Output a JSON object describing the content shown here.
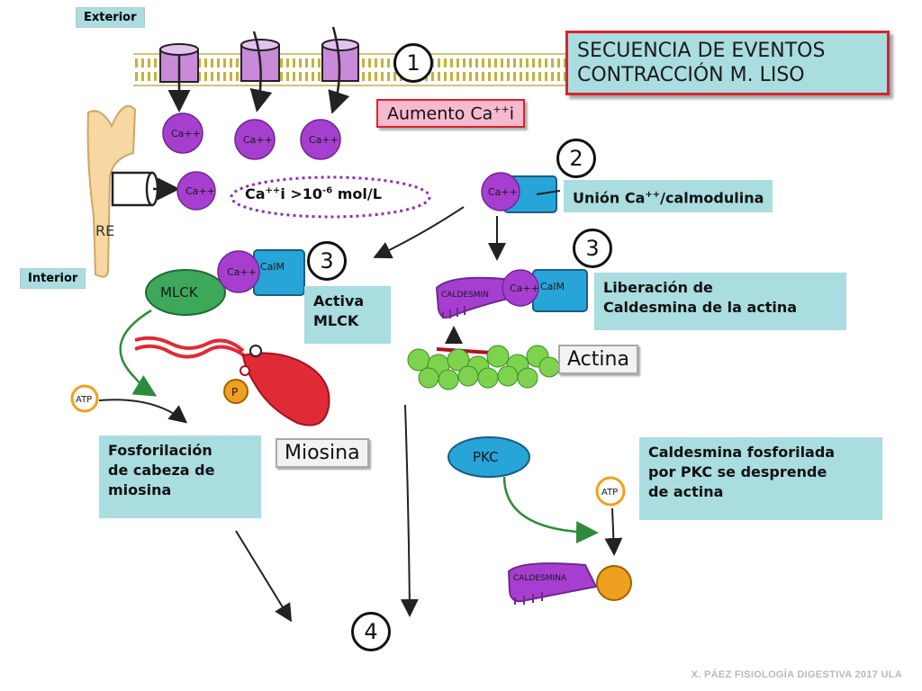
{
  "title": {
    "line1": "SECUENCIA DE EVENTOS",
    "line2": "CONTRACCIÓN M. LISO"
  },
  "tags": {
    "exterior": "Exterior",
    "interior": "Interior",
    "re": "RE"
  },
  "step_numbers": {
    "n1": "1",
    "n2": "2",
    "n3a": "3",
    "n3b": "3",
    "n4": "4"
  },
  "aumento": {
    "text": "Aumento Ca",
    "sup": "++",
    "suffix": "i"
  },
  "threshold": {
    "text": "Ca",
    "sup": "++",
    "mid": "i  >10",
    "exp": "-6",
    "end": " mol/L"
  },
  "union": {
    "text": "Unión Ca",
    "sup": "++",
    "end": "/calmodulina"
  },
  "activa": {
    "line1": "Activa",
    "line2": "MLCK"
  },
  "liberacion": {
    "line1": "Liberación de",
    "line2": "Caldesmina de la actina"
  },
  "actina_label": "Actina",
  "miosina_label": "Miosina",
  "fosforilacion": {
    "line1": "Fosforilación",
    "line2": "de cabeza de",
    "line3": "miosina"
  },
  "caldesmina_fosf": {
    "line1": "Caldesmina fosforilada",
    "line2": "por PKC se desprende",
    "line3": "de actina"
  },
  "glyphs": {
    "ca": "Ca++",
    "calm": "CalM",
    "mlck": "MLCK",
    "caldesmin": "CALDESMIN",
    "caldesmina": "CALDESMINA",
    "pkc": "PKC",
    "atp": "ATP",
    "p": "P"
  },
  "footer": "X. PÁEZ   FISIOLOGÍA DIGESTIVA 2017 ULA",
  "colors": {
    "teal_box": "#a9dde0",
    "pink_box": "#f7b9d0",
    "red_border": "#d9232c",
    "purple": "#9b3fc7",
    "green": "#2e8b3d",
    "blue": "#27a4d8",
    "orange": "#f0a020",
    "myosin_red": "#e02a35",
    "actin_green": "#7ed34e"
  }
}
